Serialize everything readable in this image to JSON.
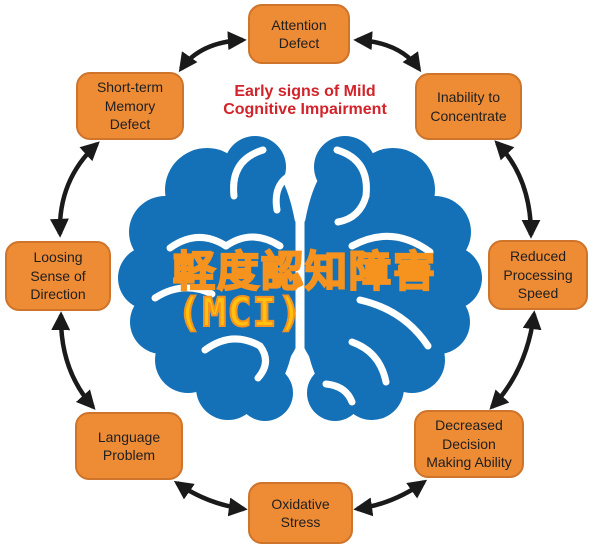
{
  "diagram": {
    "title": {
      "line1": "Early signs of Mild",
      "line2": "Cognitive Impairment"
    },
    "center_label": {
      "line1": "軽度認知障害",
      "line2": "(MCI)"
    },
    "nodes": [
      {
        "id": "attention-defect",
        "label": "Attention Defect"
      },
      {
        "id": "inability-to-concentrate",
        "label": "Inability to Concentrate"
      },
      {
        "id": "reduced-processing-speed",
        "label": "Reduced Processing Speed"
      },
      {
        "id": "decreased-decision-making-ability",
        "label": "Decreased Decision Making Ability"
      },
      {
        "id": "oxidative-stress",
        "label": "Oxidative Stress"
      },
      {
        "id": "language-problem",
        "label": "Language Problem"
      },
      {
        "id": "loosing-sense-of-direction",
        "label": "Loosing Sense of Direction"
      },
      {
        "id": "short-term-memory-defect",
        "label": "Short-term Memory Defect"
      }
    ],
    "colors": {
      "node_fill": "#ee8b35",
      "node_border": "#cf742b",
      "node_text": "#1f1f1f",
      "title_red": "#d2232a",
      "brain_blue": "#1471b8",
      "center_text_fill": "#ffc10e",
      "center_text_outline": "#f6921e",
      "arrow": "#1a1a1a"
    }
  }
}
